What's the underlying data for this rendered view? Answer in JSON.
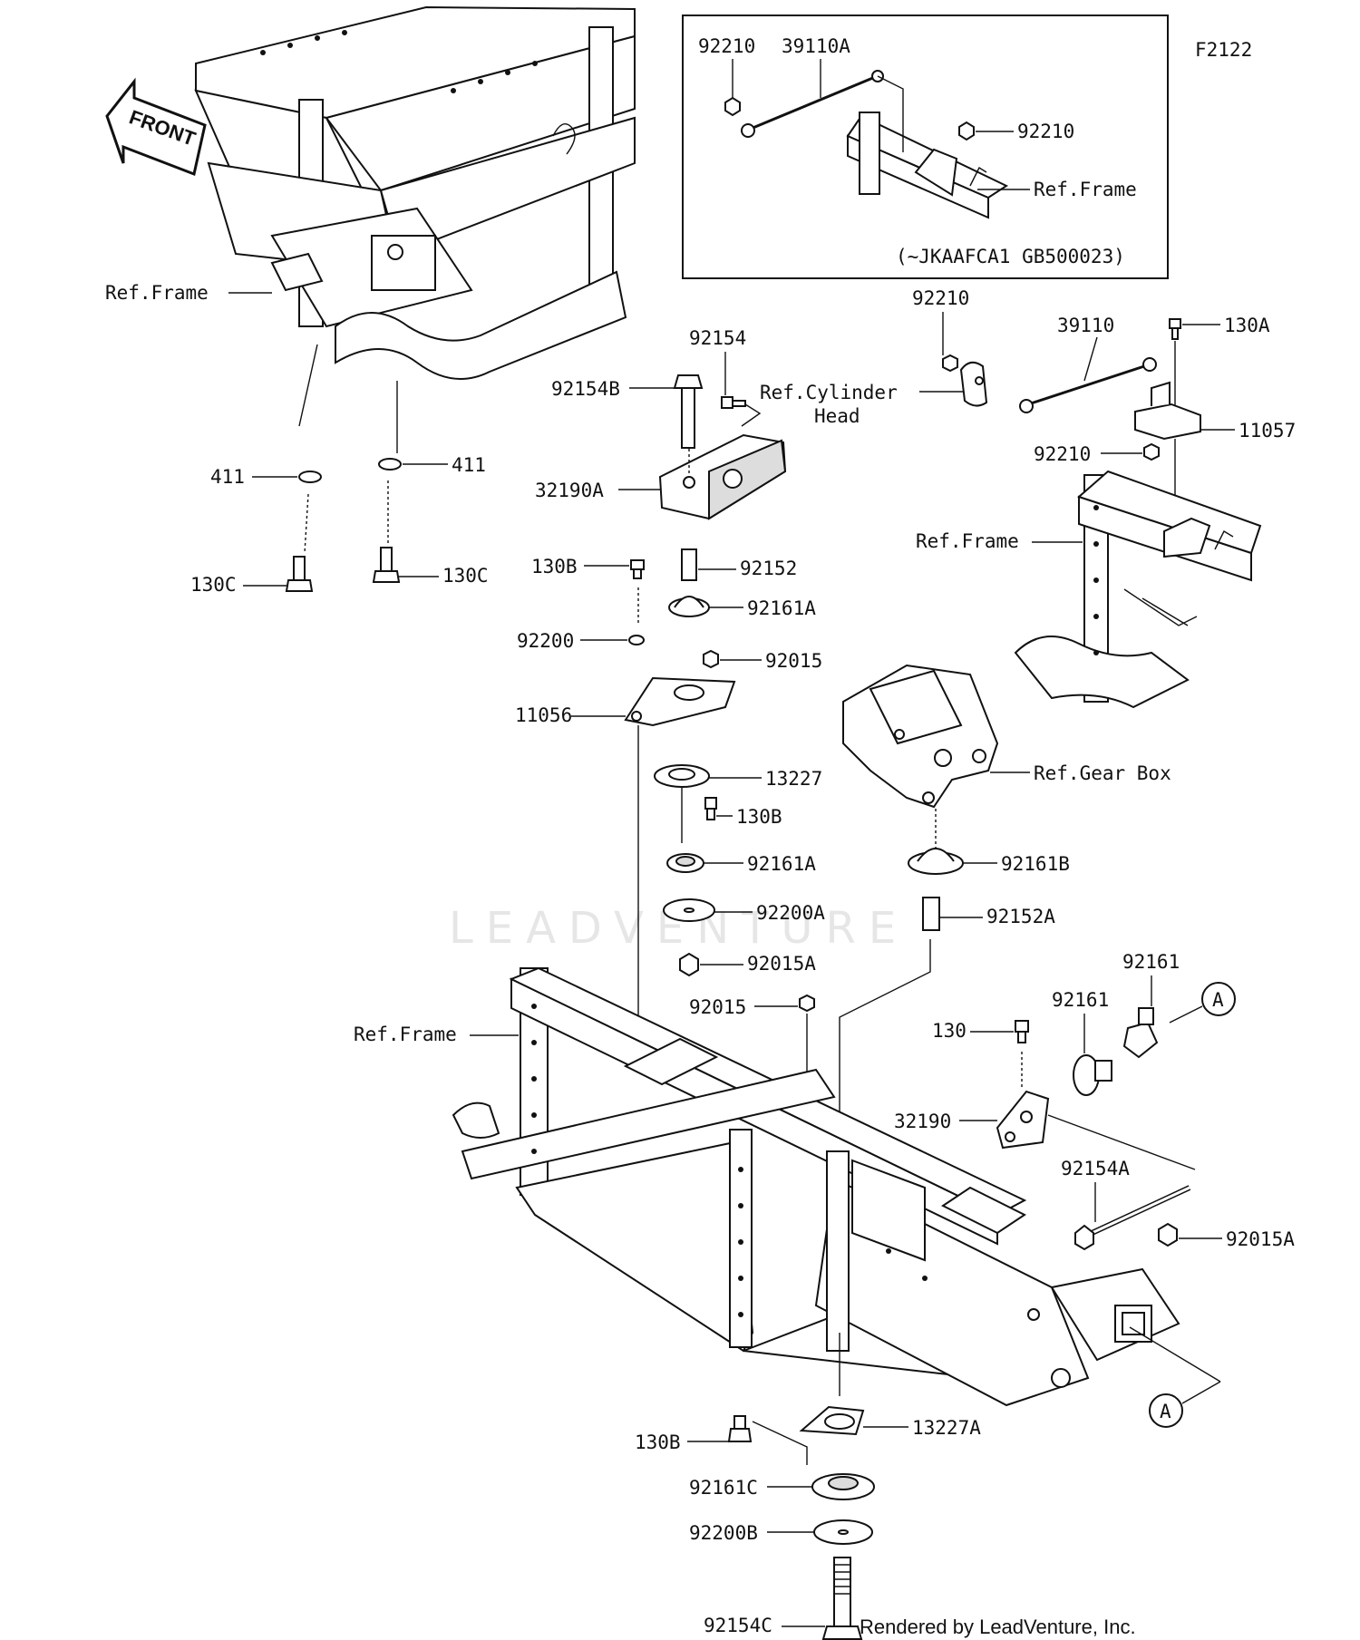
{
  "diagram_code": "F2122",
  "inset_note": "(~JKAAFCA1 GB500023)",
  "front_label": "FRONT",
  "watermark": "LEADVENTURE",
  "footer": "Rendered by LeadVenture, Inc.",
  "callout_letter": "A",
  "labels": {
    "inset_92210_a": "92210",
    "inset_39110A": "39110A",
    "inset_92210_b": "92210",
    "inset_ref_frame": "Ref.Frame",
    "ref_frame_top": "Ref.Frame",
    "p411_left": "411",
    "p411_right": "411",
    "p130C_left": "130C",
    "p130C_right": "130C",
    "p92154": "92154",
    "p92154B": "92154B",
    "p32190A": "32190A",
    "p130B_a": "130B",
    "p92152": "92152",
    "p92161A_a": "92161A",
    "p92200": "92200",
    "p92015_a": "92015",
    "p11056": "11056",
    "p13227": "13227",
    "p130B_b": "130B",
    "p92161A_b": "92161A",
    "p92200A": "92200A",
    "p92015A_a": "92015A",
    "p92210_c": "92210",
    "p39110": "39110",
    "p130A": "130A",
    "ref_cyl_1": "Ref.Cylinder",
    "ref_cyl_2": "Head",
    "p11057": "11057",
    "p92210_d": "92210",
    "ref_frame_right": "Ref.Frame",
    "ref_gearbox": "Ref.Gear Box",
    "p92161B": "92161B",
    "p92152A": "92152A",
    "p92161_a": "92161",
    "p92161_b": "92161",
    "p130": "130",
    "p32190": "32190",
    "p92154A": "92154A",
    "p92015A_b": "92015A",
    "p92015_b": "92015",
    "ref_frame_bottom": "Ref.Frame",
    "p13227A": "13227A",
    "p130B_c": "130B",
    "p92161C": "92161C",
    "p92200B": "92200B",
    "p92154C": "92154C"
  }
}
